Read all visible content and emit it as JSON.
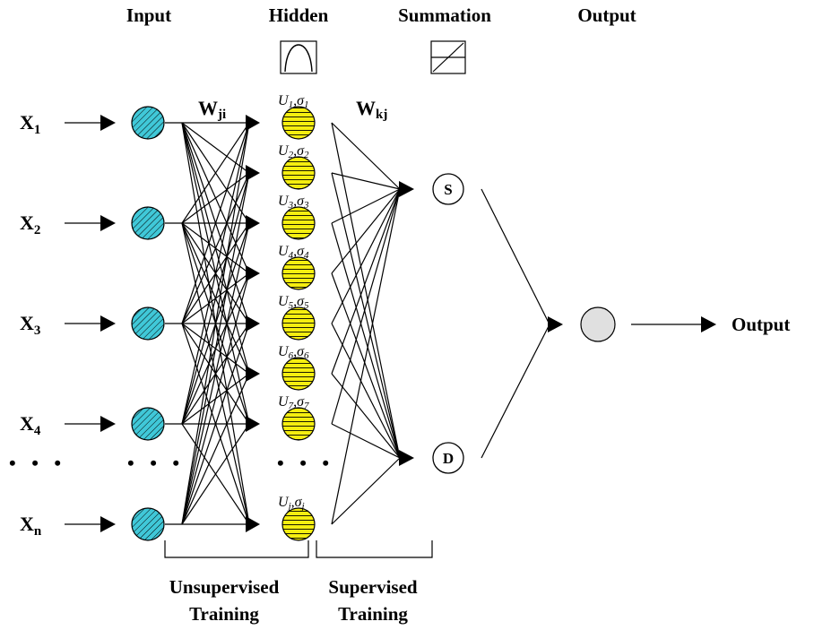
{
  "headers": {
    "input": "Input",
    "hidden": "Hidden",
    "summation": "Summation",
    "output": "Output"
  },
  "weights": {
    "input_hidden": {
      "main": "W",
      "sub": "ji"
    },
    "hidden_summation": {
      "main": "W",
      "sub": "kj"
    }
  },
  "inputs": [
    {
      "main": "X",
      "sub": "1"
    },
    {
      "main": "X",
      "sub": "2"
    },
    {
      "main": "X",
      "sub": "3"
    },
    {
      "main": "X",
      "sub": "4"
    },
    {
      "main": "X",
      "sub": "n"
    }
  ],
  "hidden_params": [
    {
      "u": "U",
      "usub": "1",
      "s": "σ",
      "ssub": "1"
    },
    {
      "u": "U",
      "usub": "2",
      "s": "σ",
      "ssub": "2"
    },
    {
      "u": "U",
      "usub": "3",
      "s": "σ",
      "ssub": "3"
    },
    {
      "u": "U",
      "usub": "4",
      "s": "σ",
      "ssub": "4"
    },
    {
      "u": "U",
      "usub": "5",
      "s": "σ",
      "ssub": "5"
    },
    {
      "u": "U",
      "usub": "6",
      "s": "σ",
      "ssub": "6"
    },
    {
      "u": "U",
      "usub": "7",
      "s": "σ",
      "ssub": "7"
    },
    {
      "u": "U",
      "usub": "j",
      "s": "σ",
      "ssub": "j"
    }
  ],
  "ellipsis": "• • •",
  "summation_nodes": [
    "S",
    "D"
  ],
  "output_label": "Output",
  "training": {
    "unsupervised_line1": "Unsupervised",
    "unsupervised_line2": "Training",
    "supervised_line1": "Supervised",
    "supervised_line2": "Training"
  },
  "colors": {
    "input_node": "#40c8d8",
    "hidden_node": "#f5ee10",
    "output_node": "#e0e0e0"
  },
  "icons": {
    "hidden_activation": "bell-curve-icon",
    "summation_activation": "linear-function-icon"
  }
}
